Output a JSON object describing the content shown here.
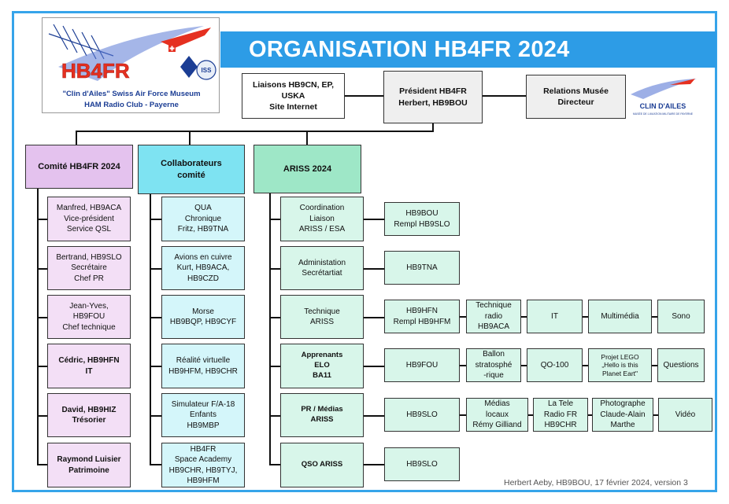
{
  "title": "ORGANISATION HB4FR 2024",
  "logo": {
    "callsign": "HB4FR",
    "museum_line": "\"Clin d'Ailes\" Swiss Air Force Museum",
    "club_line": "HAM Radio Club - Payerne",
    "badge_text": "ISS",
    "colors": {
      "red": "#e53020",
      "blue": "#1b3d94"
    }
  },
  "top_row": {
    "left": "Liaisons HB9CN, EP, USKA\nSite Internet",
    "president": "Président HB4FR\nHerbert, HB9BOU",
    "right": "Relations Musée\nDirecteur"
  },
  "musee_logo": {
    "name": "CLIN D'AILES",
    "subtitle": "MUSÉE DE L'AVIATION MILITAIRE DE PAYERNE"
  },
  "columns": {
    "comite": {
      "header": "Comité HB4FR 2024",
      "items": [
        "Manfred, HB9ACA\nVice-président\nService QSL",
        "Bertrand, HB9SLO\nSecrétaire\nChef PR",
        "Jean-Yves,\nHB9FOU\nChef technique",
        "Cédric, HB9HFN\nIT",
        "David, HB9HIZ\nTrésorier",
        "Raymond Luisier\nPatrimoine"
      ]
    },
    "collab": {
      "header": "Collaborateurs\ncomité",
      "items": [
        "QUA\nChronique\nFritz, HB9TNA",
        "Avions en cuivre\nKurt, HB9ACA,\nHB9CZD",
        "Morse\nHB9BQP, HB9CYF",
        "Réalité virtuelle\nHB9HFM, HB9CHR",
        "Simulateur F/A-18\nEnfants\nHB9MBP",
        "HB4FR\nSpace Academy\nHB9CHR, HB9TYJ,\nHB9HFM"
      ]
    },
    "ariss": {
      "header": "ARISS 2024",
      "items": [
        "Coordination\nLiaison\nARISS / ESA",
        "Administation\nSecrétartiat",
        "Technique\nARISS",
        "Apprenants\nELO\nBA11",
        "PR / Médias\nARISS",
        "QSO ARISS"
      ],
      "leads": [
        "HB9BOU\nRempl  HB9SLO",
        "HB9TNA",
        "HB9HFN\nRempl HB9HFM",
        "HB9FOU",
        "HB9SLO",
        "HB9SLO"
      ]
    }
  },
  "sub_rows": {
    "technique": [
      "Technique\nradio\nHB9ACA",
      "IT",
      "Multimédia",
      "Sono"
    ],
    "apprenants": [
      "Ballon\nstratosphé\n-rique",
      "QO-100",
      "Projet LEGO\n„Hello is this\nPlanet Eart\"",
      "Questions"
    ],
    "pr": [
      "Médias\nlocaux\nRémy Gilliand",
      "La Tele\nRadio FR\nHB9CHR",
      "Photographe\nClaude-Alain\nMarthe",
      "Vidéo"
    ]
  },
  "footer": "Herbert Aeby, HB9BOU, 17 février 2024, version 3",
  "colors": {
    "banner": "#2d9ce6",
    "comite": "#e4c2ee",
    "collab": "#7ee3f2",
    "ariss": "#9ee7c7"
  }
}
